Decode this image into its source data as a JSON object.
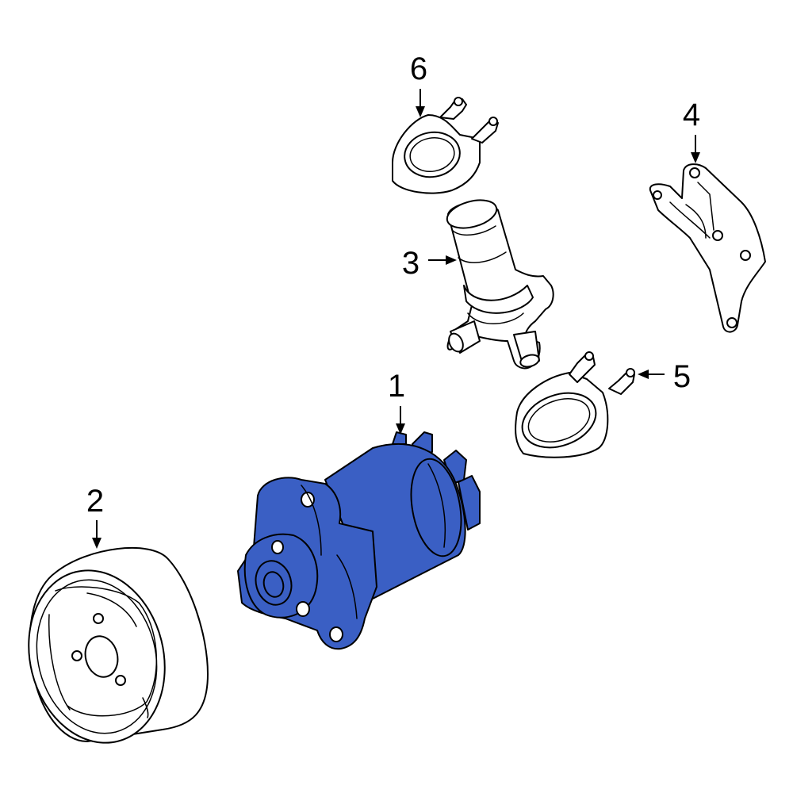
{
  "diagram": {
    "highlight_color": "#3A5FC4",
    "outline_color": "#000000",
    "background": "#FFFFFF",
    "callouts": [
      {
        "id": "1",
        "label": "1",
        "part": "water-pump"
      },
      {
        "id": "2",
        "label": "2",
        "part": "pulley"
      },
      {
        "id": "3",
        "label": "3",
        "part": "thermostat-housing"
      },
      {
        "id": "4",
        "label": "4",
        "part": "bracket"
      },
      {
        "id": "5",
        "label": "5",
        "part": "outlet-flange"
      },
      {
        "id": "6",
        "label": "6",
        "part": "upper-outlet-flange"
      }
    ]
  }
}
